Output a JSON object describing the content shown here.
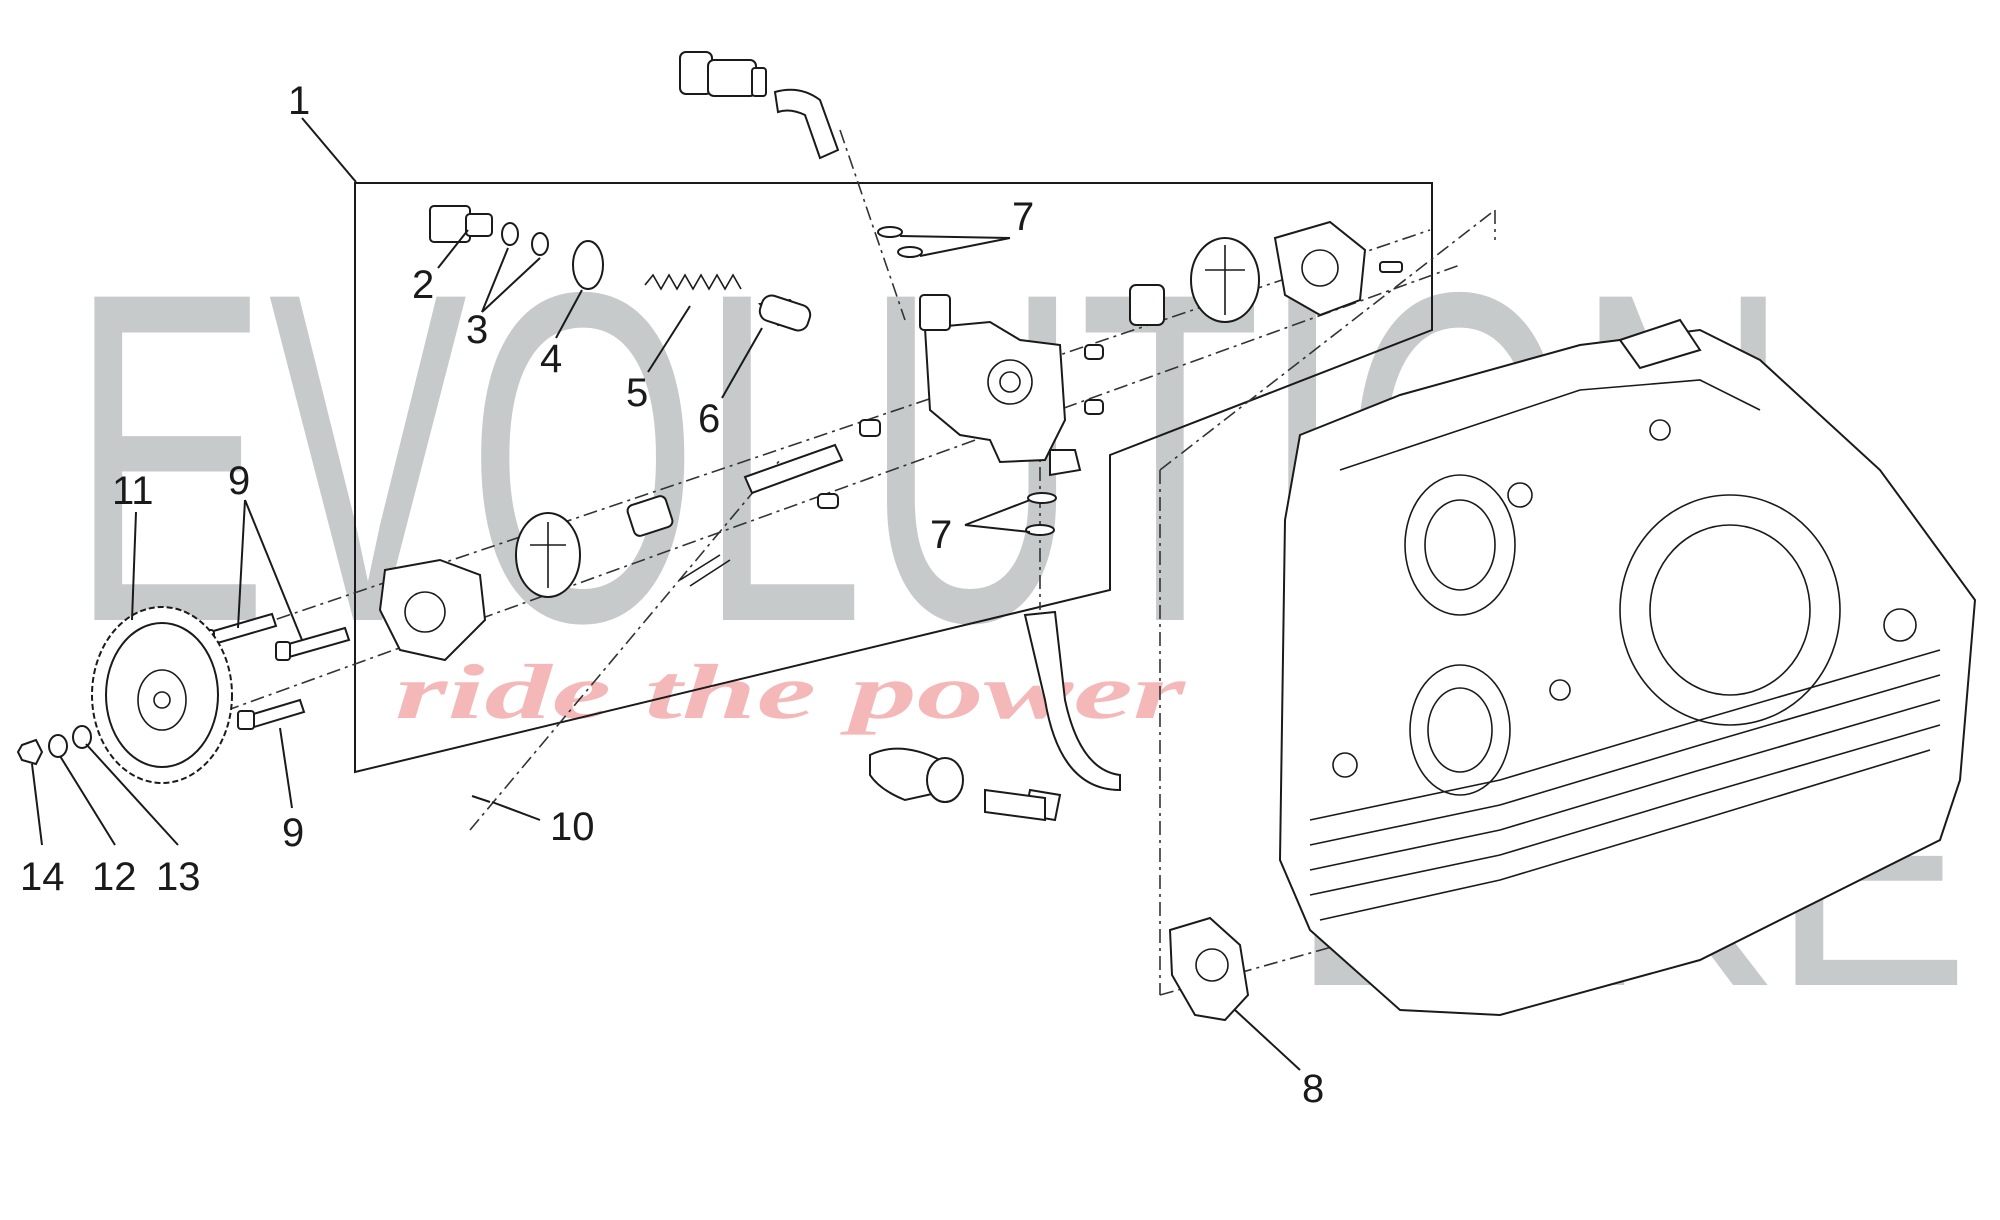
{
  "watermark": {
    "brand_top": "EVOLUTION",
    "brand_bottom": "BIKE",
    "tagline": "ride the power"
  },
  "callouts": [
    "1",
    "2",
    "3",
    "4",
    "5",
    "6",
    "7",
    "7",
    "8",
    "9",
    "9",
    "10",
    "11",
    "12",
    "13",
    "14"
  ],
  "icons": {
    "oil_pump_assembly": "oil-pump-icon",
    "crankcase": "crankcase-icon",
    "drive_gear": "gear-icon"
  }
}
